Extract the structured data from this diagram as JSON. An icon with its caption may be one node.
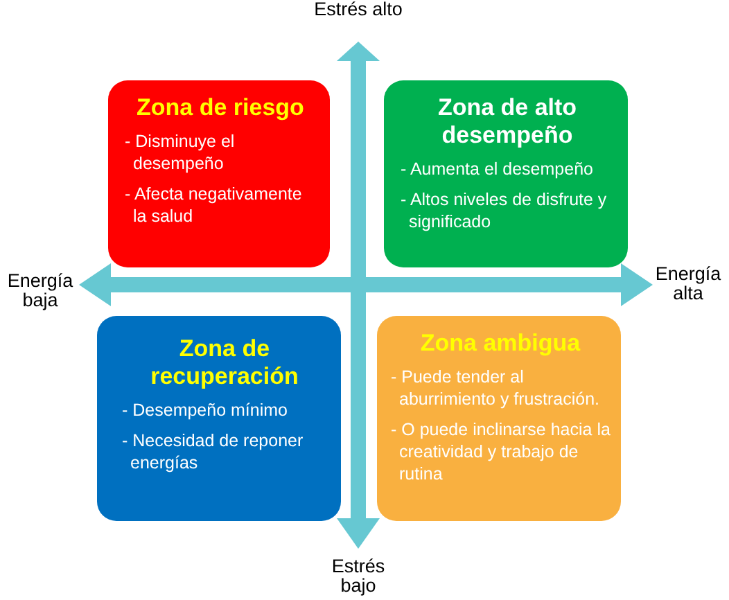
{
  "diagram": {
    "nodes": [
      {
        "text": [
          "Zona de riesgo",
          "- Disminuye el desempeño",
          "- Afecta negativamente la salud"
        ]
      },
      {
        "text": [
          "Zona de alto desempeño",
          "- Aumenta el desempeño",
          "- Altos niveles de disfrute y significado"
        ]
      },
      {
        "text": [
          "Zona de recuperación",
          "- Desempeño mínimo",
          "- Necesidad de reponer energías"
        ]
      },
      {
        "text": [
          "Zona ambigua",
          "- Puede tender al aburrimiento y frustración.",
          "- O puede inclinarse hacia la creatividad y trabajo de rutina"
        ]
      }
    ],
    "edges": [],
    "labels": [
      "Estrés alto",
      "Energía baja",
      "Energía alta",
      "Estrés bajo"
    ]
  }
}
